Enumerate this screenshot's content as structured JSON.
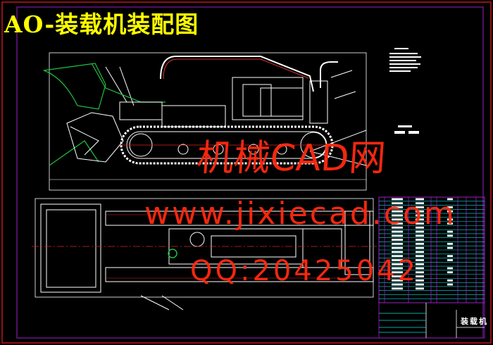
{
  "title": "AO-装载机装配图",
  "watermark": {
    "line1": "机械CAD网",
    "line2": "www.jixiecad.com",
    "line3": "QQ:20425042"
  },
  "title_block": {
    "part_name": "装载机"
  },
  "colors": {
    "background": "#000000",
    "border": "#c0141e",
    "frame": "#a020c8",
    "title": "#ffff00",
    "watermark": "#ff2a10",
    "linework": "#ffffff",
    "centerline": "#ff2020",
    "bucket": "#20c040",
    "table_grid": "#00e0e0"
  }
}
